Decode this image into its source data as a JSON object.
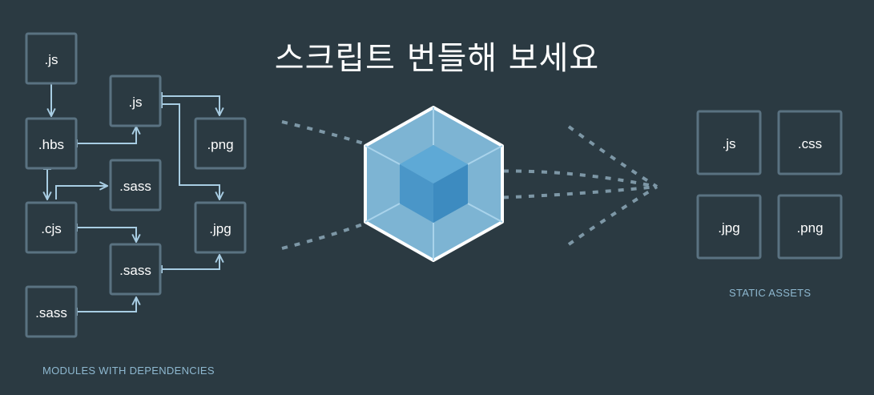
{
  "title": "스크립트 번들해 보세요",
  "modules": {
    "caption": "MODULES WITH DEPENDENCIES",
    "boxes": [
      {
        "id": "js1",
        "label": ".js"
      },
      {
        "id": "hbs",
        "label": ".hbs"
      },
      {
        "id": "js2",
        "label": ".js"
      },
      {
        "id": "png1",
        "label": ".png"
      },
      {
        "id": "sass1",
        "label": ".sass"
      },
      {
        "id": "cjs",
        "label": ".cjs"
      },
      {
        "id": "jpg1",
        "label": ".jpg"
      },
      {
        "id": "sass2",
        "label": ".sass"
      },
      {
        "id": "sass3",
        "label": ".sass"
      }
    ]
  },
  "assets": {
    "caption": "STATIC ASSETS",
    "boxes": [
      {
        "id": "out-js",
        "label": ".js"
      },
      {
        "id": "out-css",
        "label": ".css"
      },
      {
        "id": "out-jpg",
        "label": ".jpg"
      },
      {
        "id": "out-png",
        "label": ".png"
      }
    ]
  },
  "colors": {
    "background": "#2b3a42",
    "box_stroke": "#5a7281",
    "text": "#ffffff",
    "arrow": "#a8cde3",
    "dashed": "#7d97a6",
    "cube_outer": "#8ed6fb",
    "cube_inner": "#1c78c0",
    "caption": "#8eb8d0"
  }
}
